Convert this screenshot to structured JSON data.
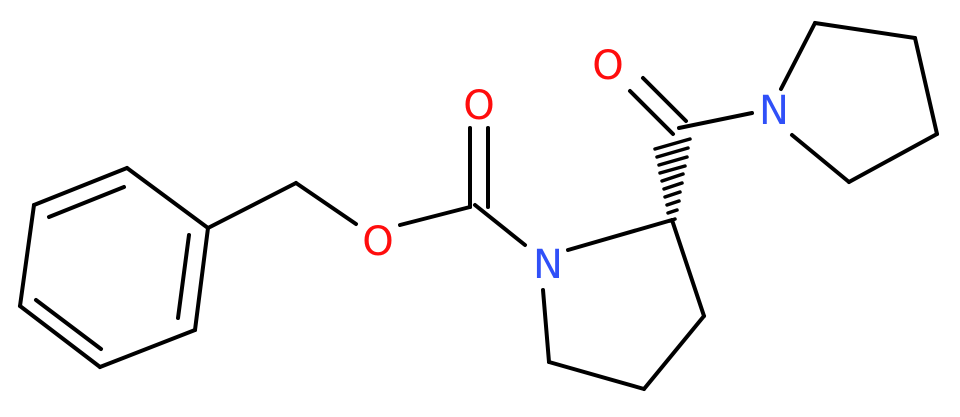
{
  "molecule": {
    "atoms": {
      "o_ester": {
        "text": "O",
        "color": "#ff0d0d"
      },
      "o_carbamate": {
        "text": "O",
        "color": "#ff0d0d"
      },
      "o_amide": {
        "text": "O",
        "color": "#ff0d0d"
      },
      "n_proline": {
        "text": "N",
        "color": "#3050f8"
      },
      "n_pyrrolidine": {
        "text": "N",
        "color": "#3050f8"
      }
    },
    "bond_color": "#000000"
  }
}
